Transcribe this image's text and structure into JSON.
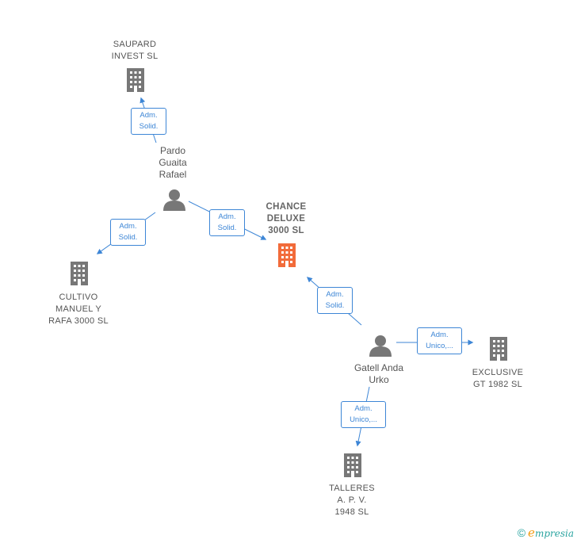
{
  "nodes": {
    "saupard": {
      "label": "SAUPARD\nINVEST  SL"
    },
    "chance": {
      "label": "CHANCE\nDELUXE\n3000  SL"
    },
    "cultivo": {
      "label": "CULTIVO\nMANUEL Y\nRAFA 3000  SL"
    },
    "exclusive": {
      "label": "EXCLUSIVE\nGT 1982  SL"
    },
    "talleres": {
      "label": "TALLERES\nA.  P.  V.\n1948  SL"
    },
    "pardo": {
      "label": "Pardo\nGuaita\nRafael"
    },
    "gatell": {
      "label": "Gatell Anda\nUrko"
    }
  },
  "edges": {
    "pardo_saupard": {
      "label": "Adm.\nSolid."
    },
    "pardo_cultivo": {
      "label": "Adm.\nSolid."
    },
    "pardo_chance": {
      "label": "Adm.\nSolid."
    },
    "gatell_chance": {
      "label": "Adm.\nSolid."
    },
    "gatell_exclusive": {
      "label": "Adm.\nUnico,..."
    },
    "gatell_talleres": {
      "label": "Adm.\nUnico,..."
    }
  },
  "colors": {
    "edge": "#3d86d6",
    "company": "#777777",
    "company_main": "#f26b3a",
    "person": "#777777"
  },
  "footer": {
    "copyright": "©",
    "brand_initial": "e",
    "brand_rest": "mpresia"
  }
}
